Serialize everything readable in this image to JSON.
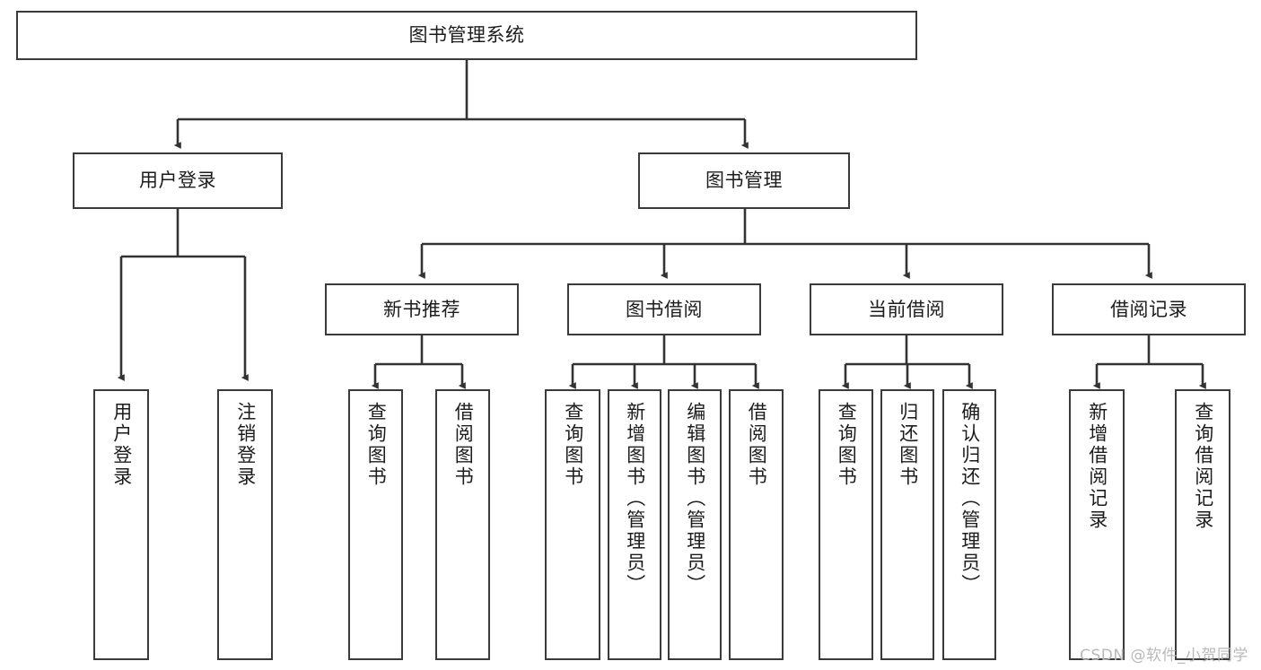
{
  "diagram": {
    "title": "图书管理系统",
    "type": "tree",
    "background": "#ffffff",
    "box_stroke": "#3a3a3a",
    "text_color": "#1c1c1c",
    "watermark": "CSDN @软件_小贺同学"
  },
  "nodes": {
    "root": {
      "label": "图书管理系统"
    },
    "l2": [
      {
        "id": "user_login",
        "label": "用户登录"
      },
      {
        "id": "book_manage",
        "label": "图书管理"
      }
    ],
    "l3": [
      {
        "id": "new_book_rec",
        "label": "新书推荐"
      },
      {
        "id": "book_borrow",
        "label": "图书借阅"
      },
      {
        "id": "current_borrow",
        "label": "当前借阅"
      },
      {
        "id": "borrow_record",
        "label": "借阅记录"
      }
    ],
    "leaves": [
      {
        "id": "leaf_user_login",
        "label": "用户登录",
        "parent": "user_login"
      },
      {
        "id": "leaf_user_logout",
        "label": "注销登录",
        "parent": "user_login"
      },
      {
        "id": "leaf_query_book_1",
        "label": "查询图书",
        "parent": "new_book_rec"
      },
      {
        "id": "leaf_borrow_book_1",
        "label": "借阅图书",
        "parent": "new_book_rec"
      },
      {
        "id": "leaf_query_book_2",
        "label": "查询图书",
        "parent": "book_borrow"
      },
      {
        "id": "leaf_add_book",
        "label": "新增图书（管理员）",
        "parent": "book_borrow"
      },
      {
        "id": "leaf_edit_book",
        "label": "编辑图书（管理员）",
        "parent": "book_borrow"
      },
      {
        "id": "leaf_borrow_book_2",
        "label": "借阅图书",
        "parent": "book_borrow"
      },
      {
        "id": "leaf_query_book_3",
        "label": "查询图书",
        "parent": "current_borrow"
      },
      {
        "id": "leaf_return_book",
        "label": "归还图书",
        "parent": "current_borrow"
      },
      {
        "id": "leaf_confirm_return",
        "label": "确认归还（管理员）",
        "parent": "current_borrow"
      },
      {
        "id": "leaf_add_record",
        "label": "新增借阅记录",
        "parent": "borrow_record"
      },
      {
        "id": "leaf_query_record",
        "label": "查询借阅记录",
        "parent": "borrow_record"
      }
    ]
  }
}
